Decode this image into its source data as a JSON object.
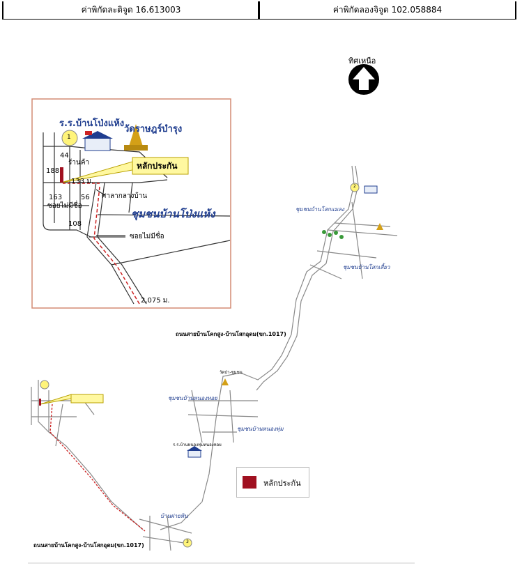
{
  "header": {
    "latitude_text": "ค่าพิกัดละติจูด 16.613003",
    "longitude_text": "ค่าพิกัดลองจิจูด 102.058884"
  },
  "compass": {
    "label": "ทิศเหนือ",
    "icon": "north-arrow-icon"
  },
  "inset": {
    "school": "ร.ร.บ้านโป่งแห้ง",
    "temple": "วัดราษฎร์บำรุง",
    "marker_label": "หลักประกัน",
    "shop": "ร้านค้า",
    "hall": "ศาลากลางบ้าน",
    "community": "ชุมชนบ้านโป่งแห้ง",
    "unnamed_soi_1": "ซอยไม่มีชื่อ",
    "unnamed_soi_2": "ซอยไม่มีชื่อ",
    "dist_133": "133 ม.",
    "dist_2075": "2,075 ม.",
    "num_1": "1",
    "num_44": "44",
    "num_188": "188",
    "num_163": "163",
    "num_56": "56",
    "num_108": "108"
  },
  "main_map": {
    "community_top_1": "ชุมชนบ้านโสกแมลง",
    "community_top_2": "ชุมชนบ้านโสกเสี้ยว",
    "community_mid_1": "ชุมชนบ้านหนองหอย",
    "community_mid_2": "ชุมชนบ้านหนองทุ่ม",
    "road_main": "ถนนสายบ้านโคกสูง-บ้านโสกอุดม(ขก.1017)",
    "road_bottom": "ถนนสายบ้านโคกสูง-บ้านโสกอุดม(ขก.1017)",
    "village_bottom": "บ้านฝายหิน",
    "school_mid": "ร.ร.บ้านหนองทุ่มหนองหอย",
    "temple_mid": "วัดป่า-ชุมชน",
    "num_2": "2",
    "num_3": "3"
  },
  "legend": {
    "label": "หลักประกัน",
    "color": "#a01020"
  },
  "colors": {
    "road": "#888888",
    "route": "#cc2222",
    "community_text": "#1f3d8f",
    "inset_border": "#d38b73",
    "marker_bg": "#fff8a0"
  }
}
